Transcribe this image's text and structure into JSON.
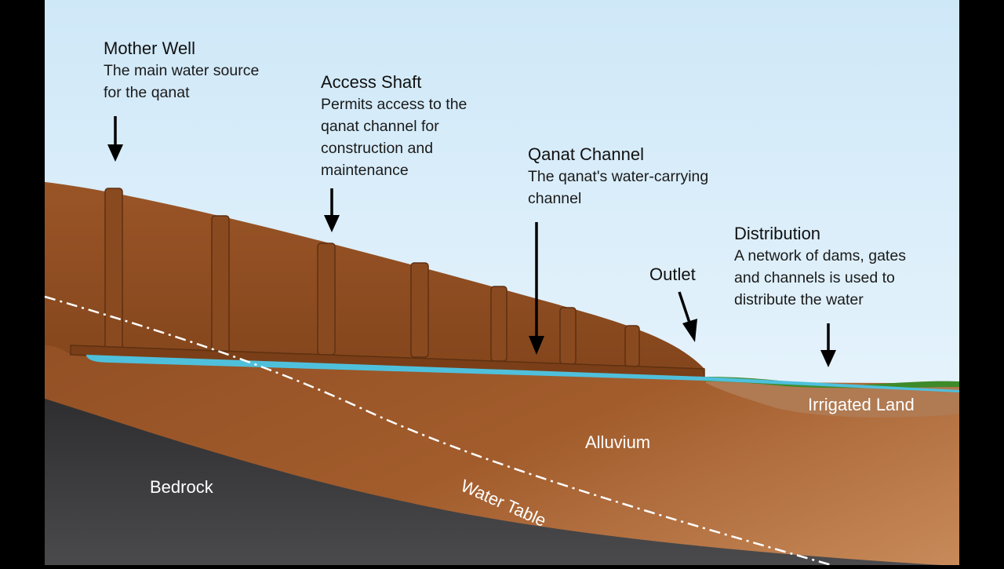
{
  "labels": {
    "mother_well": {
      "title": "Mother Well",
      "desc": "The main water source\nfor the qanat"
    },
    "access_shaft": {
      "title": "Access Shaft",
      "desc": "Permits access to the\nqanat channel for\nconstruction and\nmaintenance"
    },
    "qanat_channel": {
      "title": "Qanat Channel",
      "desc": "The qanat's water-carrying\nchannel"
    },
    "distribution": {
      "title": "Distribution",
      "desc": "A network of dams, gates\nand channels is used to\ndistribute the water"
    },
    "outlet": "Outlet",
    "irrigated_land": "Irrigated Land",
    "alluvium": "Alluvium",
    "bedrock": "Bedrock",
    "water_table": "Water Table"
  },
  "colors": {
    "sky_top": "#cfe8f8",
    "sky_bottom": "#eef7fd",
    "soil": "#9a5527",
    "soil_dark": "#6e3a15",
    "bedrock": "#3a3a3c",
    "water": "#4fc0dc",
    "grass": "#3e8a2a"
  }
}
